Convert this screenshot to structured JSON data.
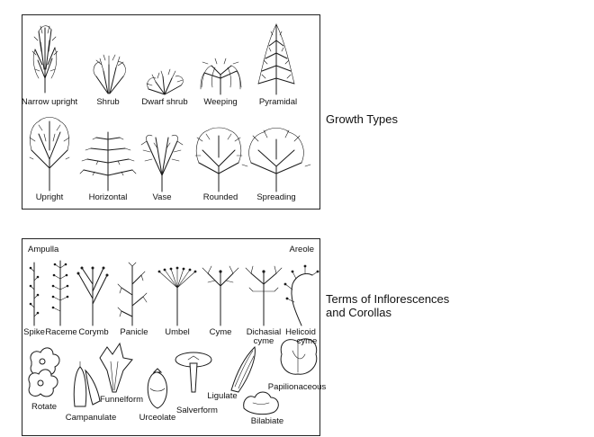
{
  "growth_types": {
    "heading": "Growth Types",
    "items": [
      "Narrow upright",
      "Shrub",
      "Dwarf shrub",
      "Weeping",
      "Pyramidal",
      "Upright",
      "Horizontal",
      "Vase",
      "Rounded",
      "Spreading"
    ]
  },
  "inflorescences": {
    "heading_line1": "Terms of Inflorescences",
    "heading_line2": "and Corollas",
    "corner_left": "Ampulla",
    "corner_right": "Areole",
    "spike": "Spike",
    "raceme": "Raceme",
    "corymb": "Corymb",
    "panicle": "Panicle",
    "umbel": "Umbel",
    "cyme": "Cyme",
    "dichasial_1": "Dichasial",
    "dichasial_2": "cyme",
    "helicoid_1": "Helicoid",
    "helicoid_2": "cyme",
    "rotate": "Rotate",
    "campanulate": "Campanulate",
    "funnelform": "Funnelform",
    "urceolate": "Urceolate",
    "salverform": "Salverform",
    "ligulate": "Ligulate",
    "bilabiate": "Bilabiate",
    "papilionaceous": "Papilionaceous"
  }
}
